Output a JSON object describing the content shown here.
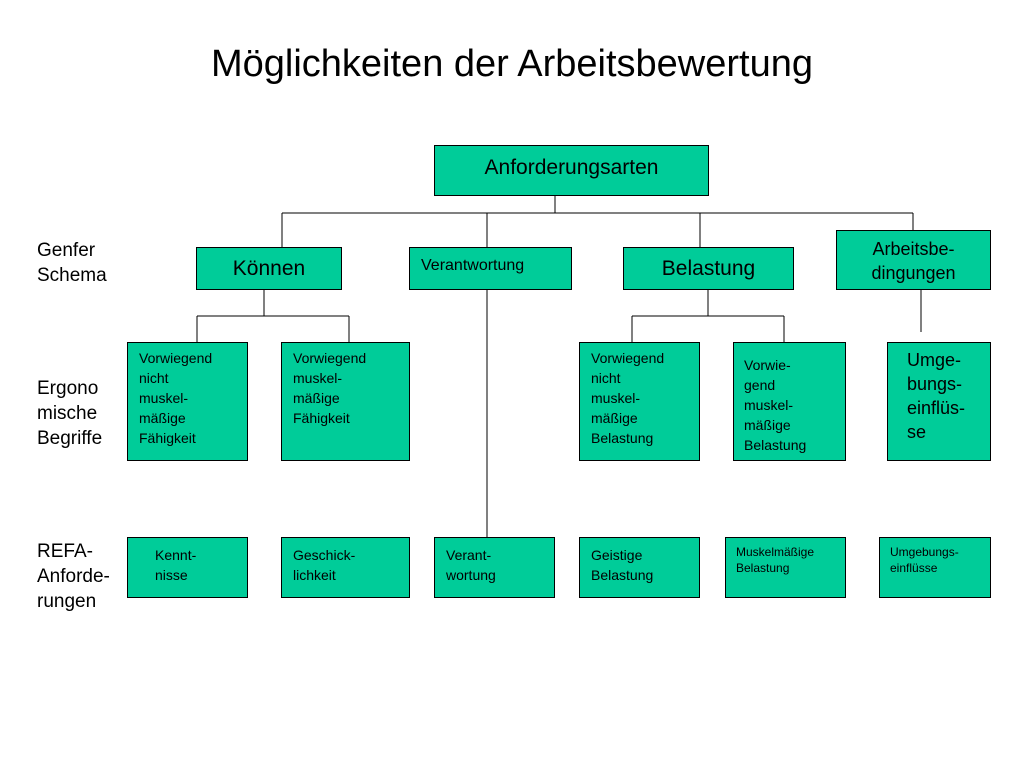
{
  "title": "Möglichkeiten der Arbeitsbewertung",
  "colors": {
    "box_fill": "#00cc99",
    "border": "#000000",
    "connector": "#000000"
  },
  "row_labels": {
    "genfer": "Genfer\nSchema",
    "ergono": "Ergono\nmische\nBegriffe",
    "refa": "REFA-\nAnforde-\nrungen"
  },
  "root": {
    "label": "Anforderungsarten"
  },
  "genfer": {
    "koennen": "Können",
    "verantwortung": "Verantwortung",
    "belastung": "Belastung",
    "arbeitsbedingungen": "Arbeitsbe-\ndingungen"
  },
  "ergonomisch": {
    "nicht_muskel_faehigkeit": "Vorwiegend\nnicht\nmuskel-\nmäßige\nFähigkeit",
    "muskel_faehigkeit": "Vorwiegend\nmuskel-\nmäßige\nFähigkeit",
    "nicht_muskel_belastung": "Vorwiegend\nnicht\nmuskel-\nmäßige\nBelastung",
    "muskel_belastung": "Vorwie-\ngend\nmuskel-\nmäßige\nBelastung",
    "umgebung": "Umge-\nbungs-\neinflüs-\nse"
  },
  "refa": {
    "kenntnisse": "Kennt-\nnisse",
    "geschicklichkeit": "Geschick-\nlichkeit",
    "verantwortung": "Verant-\nwortung",
    "geistige_belastung": "Geistige\nBelastung",
    "muskel_belastung": "Muskelmäßige\nBelastung",
    "umgebung": "Umgebungs-\neinflüsse"
  }
}
